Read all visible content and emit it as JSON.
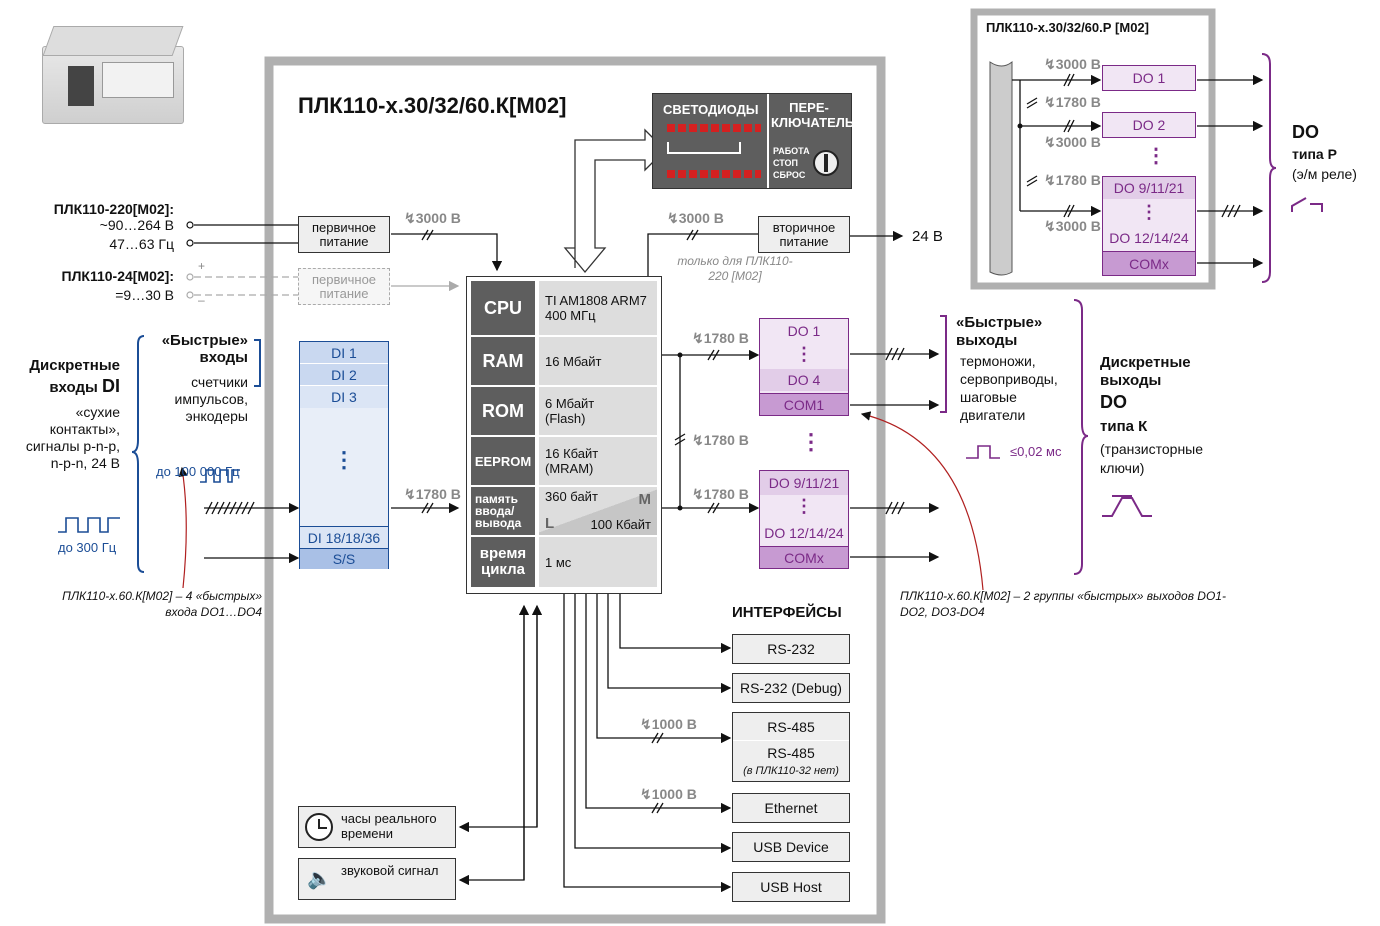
{
  "colors": {
    "blue": "#1b4d96",
    "purple": "#7b2a87",
    "frame": "#b0b0b0",
    "dark": "#5e5e5e"
  },
  "main_title": "ПЛК110-х.30/32/60.К[М02]",
  "power": {
    "v220_title": "ПЛК110-220[М02]:",
    "v220_line1": "~90…264 В",
    "v220_line2": "47…63 Гц",
    "v24_title": "ПЛК110-24[М02]:",
    "v24_line1": "=9…30 В",
    "primary1": "первичное питание",
    "primary2": "первичное питание",
    "secondary": "вторичное питание",
    "out24": "24 В",
    "iso3000a": "3000 В",
    "iso3000b": "3000 В",
    "only_for": "только для ПЛК110-220 [М02]",
    "plus": "+",
    "minus": "–"
  },
  "indicators": {
    "leds": "СВЕТОДИОДЫ",
    "switch": "ПЕРЕ-КЛЮЧАТЕЛЬ",
    "run": "РАБОТА",
    "stop": "СТОП",
    "reset": "СБРОС"
  },
  "core": [
    {
      "label": "CPU",
      "value": "TI AM1808 ARM7  400 МГц"
    },
    {
      "label": "RAM",
      "value": "16 Мбайт"
    },
    {
      "label": "ROM",
      "value": "6 Мбайт (Flash)"
    },
    {
      "label": "EEPROM",
      "value": "16 Кбайт (MRAM)"
    },
    {
      "label": "память ввода/ вывода",
      "value_m": "360 байт",
      "m": "M",
      "l": "L",
      "value_l": "100 Кбайт"
    },
    {
      "label": "время цикла",
      "value": "1 мс"
    }
  ],
  "di": {
    "heading1": "Дискретные",
    "heading2": "входы",
    "heading_di": "DI",
    "desc": "«сухие контакты», сигналы p-n-p, n-p-n, 24 В",
    "freq_slow": "до 300 Гц",
    "fast_title": "«Быстрые» входы",
    "fast_desc": "счетчики импульсов, энкодеры",
    "freq_fast": "до 100 000 Гц",
    "items": [
      "DI 1",
      "DI 2",
      "DI 3"
    ],
    "dots": "⋮",
    "last": "DI 18/18/36",
    "ss": "S/S",
    "iso": "1780 В",
    "note": "ПЛК110-х.60.К[М02] – 4 «быстрых» входа DO1…DO4"
  },
  "do_k": {
    "g1": [
      "DO 1",
      "DO 4",
      "COM1"
    ],
    "g2": [
      "DO 9/11/21",
      "DO 12/14/24",
      "COMx"
    ],
    "iso1": "1780 В",
    "iso2": "1780 В",
    "iso3": "1780 В",
    "fast_title": "«Быстрые» выходы",
    "fast_desc": "термоножи, сервоприводы, шаговые двигатели",
    "fast_time": "≤0,02 мс",
    "heading": "Дискретные выходы",
    "heading_do": "DO",
    "type": "типа К",
    "type_desc": "(транзисторные ключи)",
    "note": "ПЛК110-х.60.К[М02] – 2 группы «быстрых» выходов DO1-DO2, DO3-DO4"
  },
  "do_r": {
    "title": "ПЛК110-х.30/32/60.Р [М02]",
    "items": [
      "DO 1",
      "DO 2",
      "DO 9/11/21",
      "DO 12/14/24",
      "COMx"
    ],
    "iso": [
      "3000 В",
      "1780 В",
      "3000 В",
      "1780 В",
      "3000 В"
    ],
    "heading": "DO",
    "type": "типа Р",
    "type_desc": "(э/м реле)"
  },
  "interfaces": {
    "title": "ИНТЕРФЕЙСЫ",
    "items": [
      "RS-232",
      "RS-232 (Debug)",
      "RS-485",
      "RS-485",
      "Ethernet",
      "USB Device",
      "USB Host"
    ],
    "rs485_note": "(в ПЛК110-32 нет)",
    "iso1": "1000 В",
    "iso2": "1000 В"
  },
  "peripherals": {
    "rtc": "часы реального времени",
    "sound": "звуковой сигнал"
  }
}
